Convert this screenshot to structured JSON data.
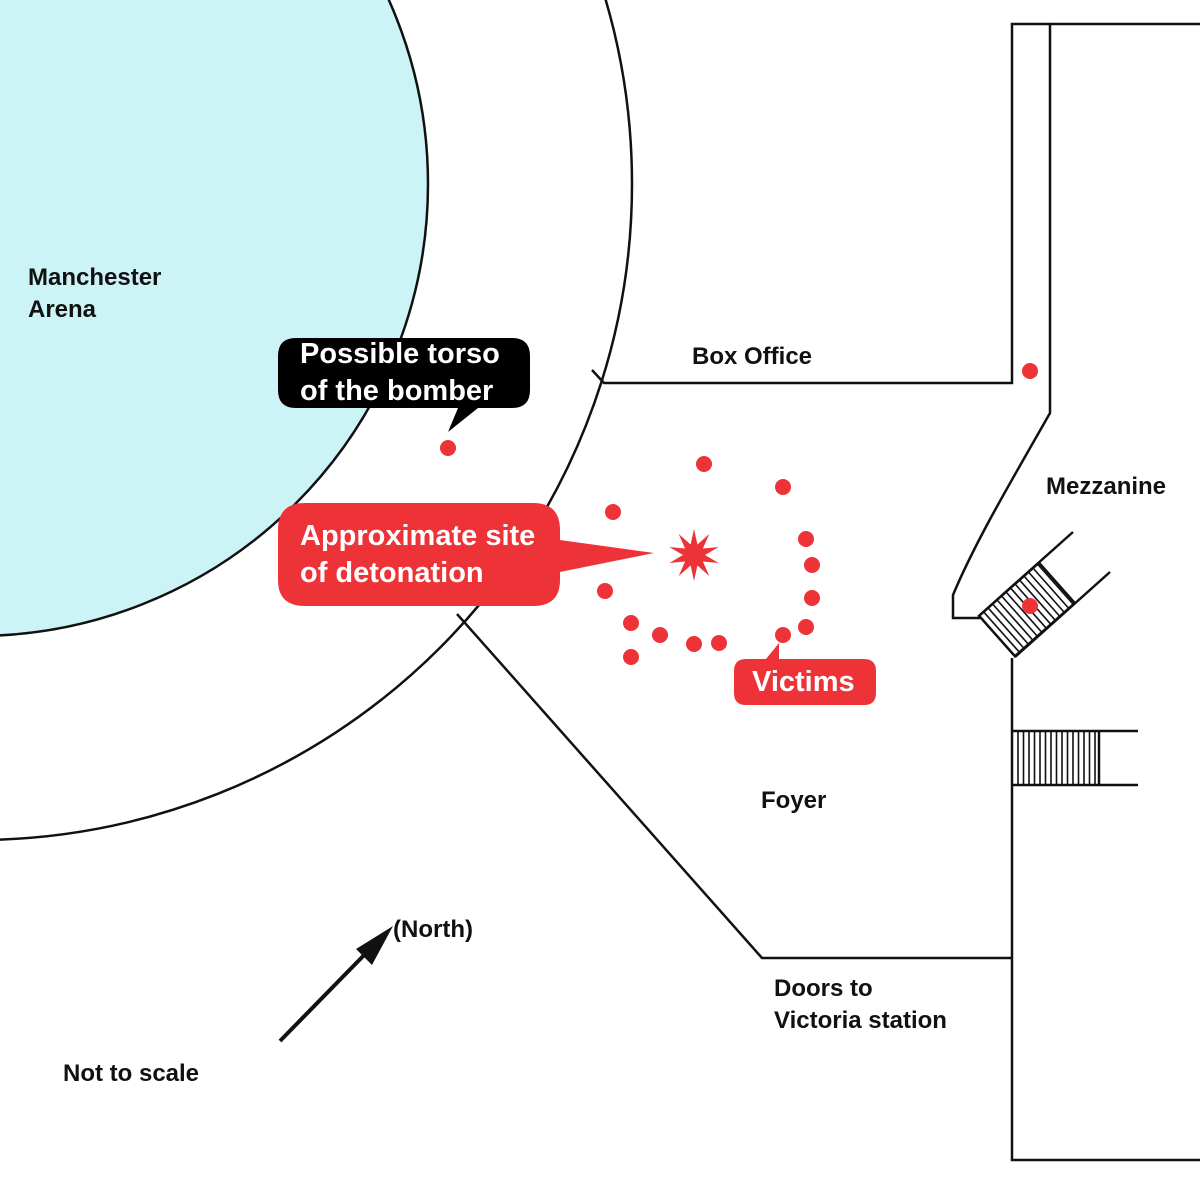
{
  "colors": {
    "arena_fill": "#ccf3f6",
    "line": "#111111",
    "marker_red": "#ee3338",
    "callout_black": "#000000",
    "callout_red": "#ee3338",
    "text": "#111111",
    "callout_text": "#ffffff"
  },
  "labels": {
    "arena": [
      "Manchester",
      "Arena"
    ],
    "box_office": "Box Office",
    "mezzanine": "Mezzanine",
    "foyer": "Foyer",
    "doors": [
      "Doors to",
      "Victoria station"
    ],
    "north": "(North)",
    "scale_note": "Not to scale"
  },
  "callouts": {
    "torso": [
      "Possible torso",
      "of the bomber"
    ],
    "detonation": [
      "Approximate site",
      "of detonation"
    ],
    "victims": "Victims"
  },
  "icons": {
    "detonation": "explosion-star-icon",
    "north": "north-arrow-icon"
  }
}
